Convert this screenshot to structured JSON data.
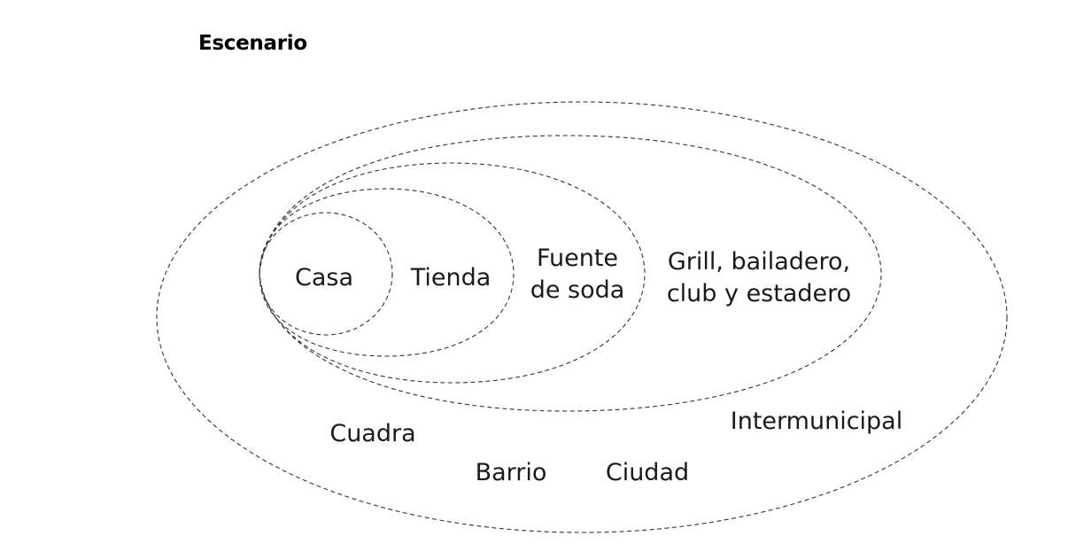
{
  "title": "Escenario",
  "diagram": {
    "type": "nested-scopes",
    "levels": [
      {
        "id": "casa",
        "lines": [
          "Casa"
        ]
      },
      {
        "id": "tienda",
        "lines": [
          "Tienda"
        ]
      },
      {
        "id": "fuente",
        "lines": [
          "Fuente",
          "de soda"
        ]
      },
      {
        "id": "grill",
        "lines": [
          "Grill, bailadero,",
          "club y estadero"
        ]
      },
      {
        "id": "outer",
        "lines": []
      }
    ],
    "outer_labels": {
      "cuadra": "Cuadra",
      "barrio": "Barrio",
      "ciudad": "Ciudad",
      "intermunicipal": "Intermunicipal"
    },
    "line_style": "dashed",
    "line_color": "#333333"
  }
}
